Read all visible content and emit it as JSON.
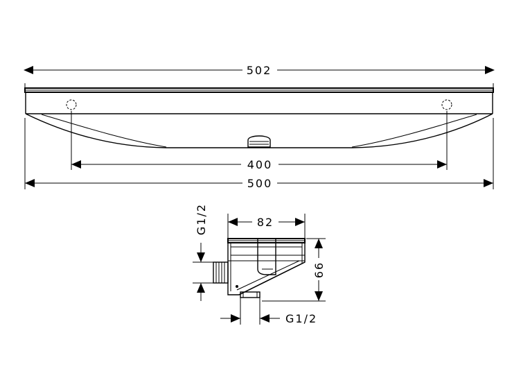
{
  "drawing": {
    "front_view": {
      "overall_width_label": "502",
      "body_width_label": "500",
      "mounting_distance_label": "400"
    },
    "side_view": {
      "depth_label": "82",
      "height_label": "66",
      "inlet_thread_label": "G1/2",
      "outlet_thread_label": "G1/2"
    }
  }
}
